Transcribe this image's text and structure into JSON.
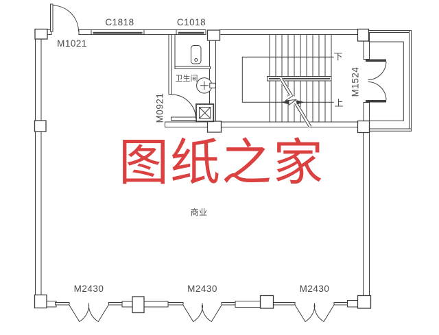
{
  "labels": {
    "top_door": "M1021",
    "top_window_large": "C1818",
    "top_window_small": "C1018",
    "bathroom_door": "M0921",
    "bathroom_room": "卫生间",
    "stair_door": "M1524",
    "stair_down": "下",
    "stair_up": "上",
    "main_room": "商业",
    "storefront_doors": [
      "M2430",
      "M2430",
      "M2430"
    ]
  },
  "watermark": {
    "text": "图纸之家",
    "color": "#dc4141"
  },
  "colors": {
    "line": "#3d3d3d",
    "label_text": "#4a4a4a",
    "background": "#ffffff"
  }
}
